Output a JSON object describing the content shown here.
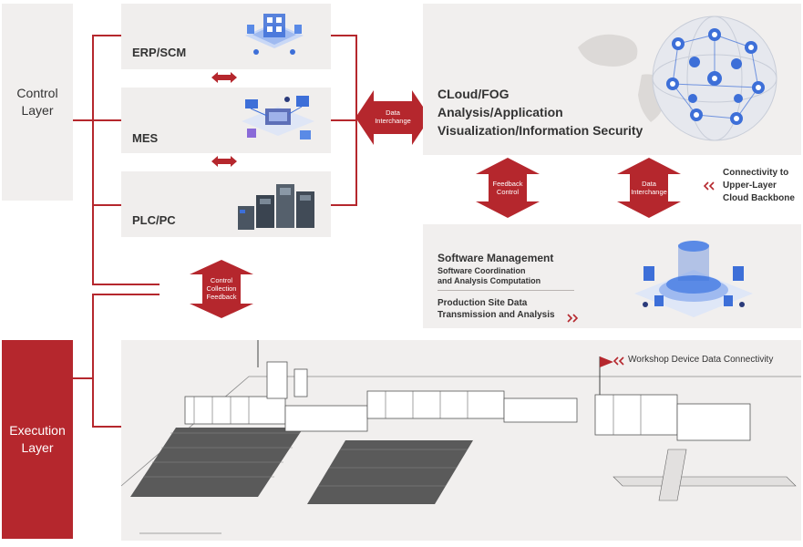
{
  "layers": {
    "control": "Control\nLayer",
    "execution": "Execution\nLayer"
  },
  "systems": [
    {
      "label": "ERP/SCM",
      "icon": "erp-platform-icon"
    },
    {
      "label": "MES",
      "icon": "mes-factory-icon"
    },
    {
      "label": "PLC/PC",
      "icon": "plc-hardware-icon"
    }
  ],
  "arrows": {
    "data_interchange_main": "Data\nInterchange",
    "feedback_control": "Feedback\nControl",
    "data_interchange_cloud": "Data\nInterchange",
    "control_collection_feedback": "Control\nCollection\nFeedback"
  },
  "cloud": {
    "title": "CLoud/FOG\nAnalysis/Application\nVisualization/Information Security",
    "connectivity": "Connectivity to\nUpper-Layer\nCloud Backbone"
  },
  "software": {
    "title": "Software Management",
    "line1": "Software Coordination\nand Analysis Computation",
    "line2": "Production Site Data\nTransmission and Analysis"
  },
  "workshop": {
    "label": "Workshop Device Data Connectivity"
  },
  "colors": {
    "accent": "#b5272d",
    "panel": "#f1efee",
    "icon_blue": "#3d6fd8"
  }
}
